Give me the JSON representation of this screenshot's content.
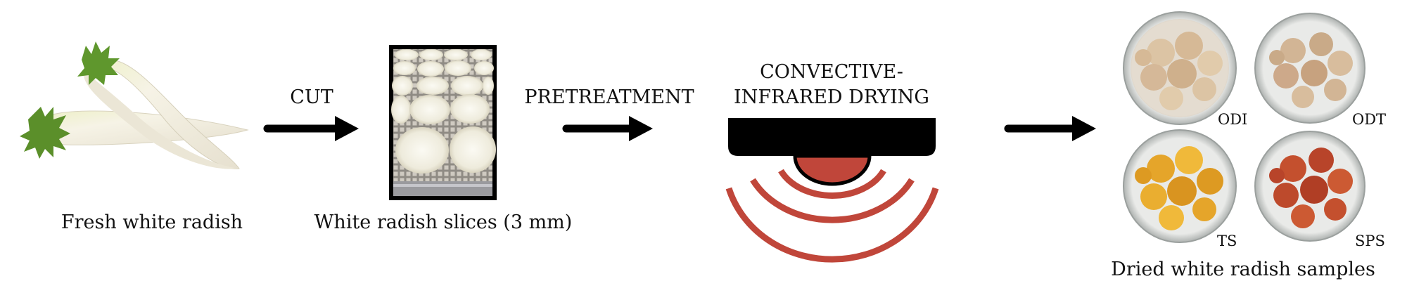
{
  "figure": {
    "steps": {
      "fresh": "Fresh white radish",
      "slices": "White radish slices (3 mm)",
      "dried": "Dried white radish samples"
    },
    "arrows": {
      "cut": "CUT",
      "pretreatment": "PRETREATMENT"
    },
    "dryer": {
      "line1": "CONVECTIVE-",
      "line2": "INFRARED DRYING"
    },
    "samples": [
      "ODI",
      "ODT",
      "TS",
      "SPS"
    ],
    "colors": {
      "arrow": "#000000",
      "infrared": "#c0463a",
      "radish": "#f1eddf",
      "sample_odi": "#dcc4a4",
      "sample_odt": "#d2b595",
      "sample_ts": "#e5a52a",
      "sample_sps": "#c4502e"
    }
  }
}
